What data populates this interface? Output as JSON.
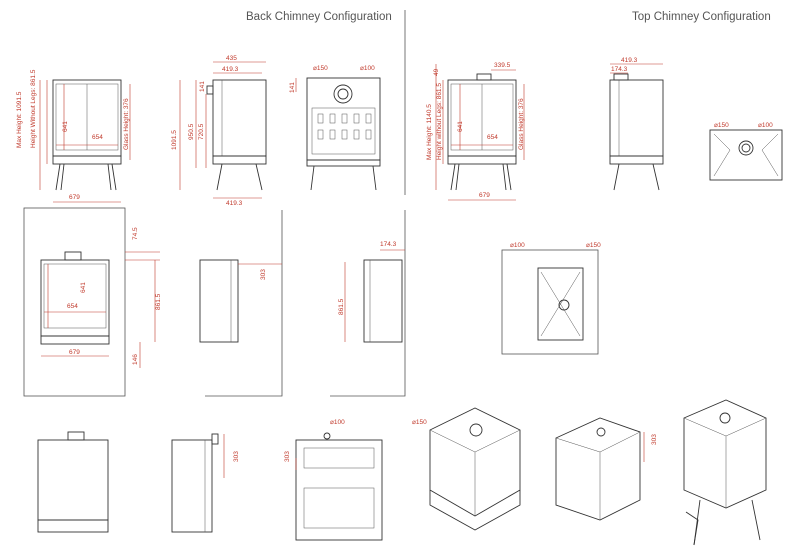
{
  "titles": {
    "back": "Back Chimney Configuration",
    "top": "Top Chimney Configuration"
  },
  "front_back": {
    "max_height": "Max Height: 1091.5",
    "height_wo_legs": "Height Without Legs: 861.5",
    "glass_height": "Glass Height: 376",
    "inner_height": "641",
    "glass_width": "654",
    "width": "679"
  },
  "side_back": {
    "top_depth": "435",
    "depth": "419.3",
    "outlet": "141",
    "total": "1091.5",
    "h2": "950.5",
    "h3": "720.5",
    "bottom_depth": "419.3"
  },
  "top_back": {
    "d150": "150",
    "d100": "100",
    "offset": "141"
  },
  "front_top": {
    "max_height": "Max Height: 1140.5",
    "height_wo_legs": "Height without Legs: 861.5",
    "glass_height": "Glass Height: 376",
    "top_offset": "339.5",
    "flue": "49",
    "inner_height": "641",
    "glass_width": "654",
    "width": "679"
  },
  "side_top": {
    "depth": "419.3",
    "offset": "174.3"
  },
  "topview_top": {
    "d150": "150",
    "d100": "100"
  },
  "install_front": {
    "top": "74.5",
    "inner": "641",
    "height": "861.5",
    "glass": "654",
    "width": "679",
    "bottom": "146"
  },
  "install_side": {
    "clearance": "303"
  },
  "install_side2": {
    "offset": "174.3",
    "height": "861.5"
  },
  "install_top": {
    "d100": "100",
    "d150": "150"
  },
  "bottom_row": {
    "side_dim": "303",
    "back_dim": "303",
    "d100": "100",
    "d150": "150",
    "iso_dim": "303"
  }
}
